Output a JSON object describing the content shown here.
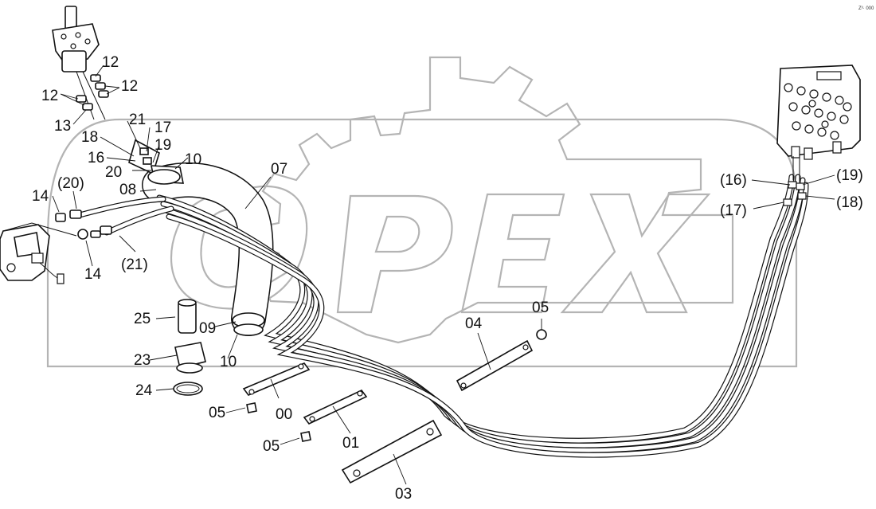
{
  "corner_code": "Z³· 000",
  "watermark": {
    "letters": [
      "O",
      "P",
      "E",
      "X"
    ]
  },
  "callouts": [
    {
      "id": "c-12a",
      "text": "12"
    },
    {
      "id": "c-12b",
      "text": "12"
    },
    {
      "id": "c-12c",
      "text": "12"
    },
    {
      "id": "c-13",
      "text": "13"
    },
    {
      "id": "c-21",
      "text": "21"
    },
    {
      "id": "c-17",
      "text": "17"
    },
    {
      "id": "c-18",
      "text": "18"
    },
    {
      "id": "c-19",
      "text": "19"
    },
    {
      "id": "c-16",
      "text": "16"
    },
    {
      "id": "c-20",
      "text": "20"
    },
    {
      "id": "c-10a",
      "text": "10"
    },
    {
      "id": "c-07",
      "text": "07"
    },
    {
      "id": "c-08",
      "text": "08"
    },
    {
      "id": "c-20p",
      "text": "(20)"
    },
    {
      "id": "c-14a",
      "text": "14"
    },
    {
      "id": "c-14b",
      "text": "14"
    },
    {
      "id": "c-21p",
      "text": "(21)"
    },
    {
      "id": "c-25",
      "text": "25"
    },
    {
      "id": "c-09",
      "text": "09"
    },
    {
      "id": "c-10b",
      "text": "10"
    },
    {
      "id": "c-23",
      "text": "23"
    },
    {
      "id": "c-24",
      "text": "24"
    },
    {
      "id": "c-05a",
      "text": "05"
    },
    {
      "id": "c-00",
      "text": "00"
    },
    {
      "id": "c-05b",
      "text": "05"
    },
    {
      "id": "c-01",
      "text": "01"
    },
    {
      "id": "c-03",
      "text": "03"
    },
    {
      "id": "c-04",
      "text": "04"
    },
    {
      "id": "c-05c",
      "text": "05"
    },
    {
      "id": "c-16p",
      "text": "(16)"
    },
    {
      "id": "c-19p",
      "text": "(19)"
    },
    {
      "id": "c-17p",
      "text": "(17)"
    },
    {
      "id": "c-18p",
      "text": "(18)"
    }
  ]
}
